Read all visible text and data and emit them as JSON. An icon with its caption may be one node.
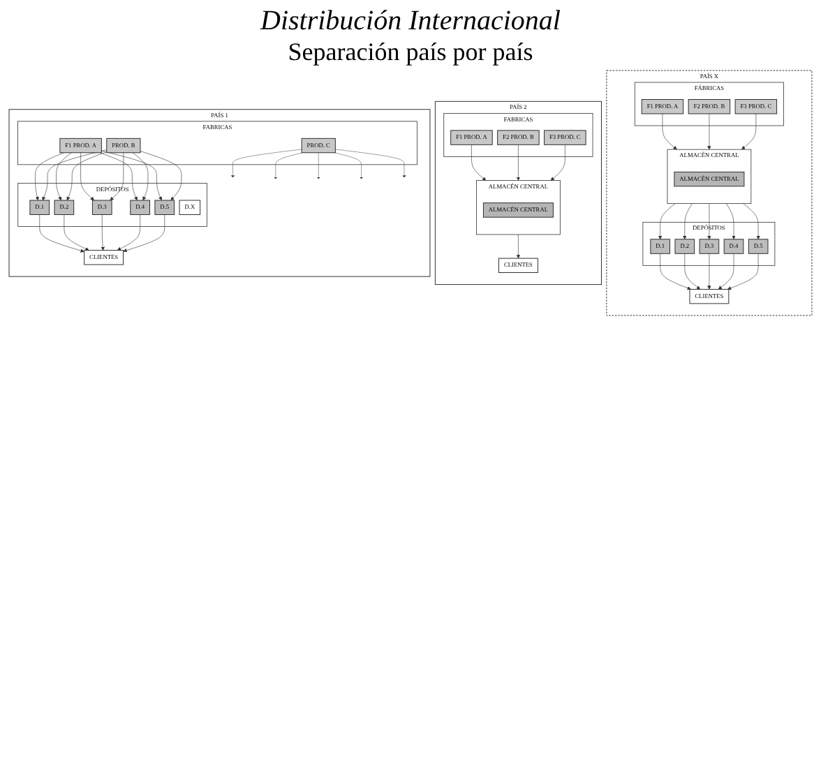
{
  "diagram": {
    "title": "Distribución Internacional",
    "nodes": [
      {
        "text": [
          "PAÍS 1"
        ]
      },
      {
        "text": [
          "FABRICAS"
        ],
        "in": 0
      },
      {
        "text": [
          "F1 PROD. A"
        ],
        "in": 1
      },
      {
        "text": [
          "PROD. B"
        ],
        "in": 1
      },
      {
        "text": [
          "PROD. C"
        ],
        "in": 1
      },
      {
        "text": [
          "DEPÓSITOS"
        ],
        "in": 0
      },
      {
        "text": [
          "D.1"
        ],
        "in": 5
      },
      {
        "text": [
          "D.2"
        ],
        "in": 5
      },
      {
        "text": [
          "D.3"
        ],
        "in": 5
      },
      {
        "text": [
          "D.4"
        ],
        "in": 5
      },
      {
        "text": [
          "D.5"
        ],
        "in": 5
      },
      {
        "text": [
          "D.X"
        ],
        "in": 5
      },
      {
        "text": [
          "CLIENTES"
        ],
        "in": 0
      },
      {
        "text": [
          "PAÍS 2"
        ]
      },
      {
        "text": [
          "FABRICAS"
        ],
        "in": 13
      },
      {
        "text": [
          "F1 PROD. A"
        ],
        "in": 14
      },
      {
        "text": [
          "F2 PROD. B"
        ],
        "in": 14
      },
      {
        "text": [
          "F3 PROD. C"
        ],
        "in": 14
      },
      {
        "text": [
          "ALMACÉN CENTRAL"
        ],
        "in": 13
      },
      {
        "text": [
          "ALMACÉN CENTRAL"
        ],
        "in": 18
      },
      {
        "text": [
          "CLIENTES"
        ],
        "in": 13
      },
      {
        "text": [
          "PAÍS X"
        ]
      },
      {
        "text": [
          "FÁBRICAS"
        ],
        "in": 21
      },
      {
        "text": [
          "F1 PROD. A"
        ],
        "in": 22
      },
      {
        "text": [
          "F2 PROD. B"
        ],
        "in": 22
      },
      {
        "text": [
          "F3 PROD. C"
        ],
        "in": 22
      },
      {
        "text": [
          "ALMACÉN CENTRAL"
        ],
        "in": 21
      },
      {
        "text": [
          "ALMACÉN CENTRAL"
        ],
        "in": 26
      },
      {
        "text": [
          "DEPÓSITOS"
        ],
        "in": 21
      },
      {
        "text": [
          "D.1"
        ],
        "in": 28
      },
      {
        "text": [
          "D.2"
        ],
        "in": 28
      },
      {
        "text": [
          "D.3"
        ],
        "in": 28
      },
      {
        "text": [
          "D.4"
        ],
        "in": 28
      },
      {
        "text": [
          "D.5"
        ],
        "in": 28
      },
      {
        "text": [
          "CLIENTES"
        ],
        "in": 21
      }
    ],
    "edges": [
      {
        "from": 2,
        "to": 6,
        "arrow": "to"
      },
      {
        "from": 2,
        "to": 7,
        "arrow": "to"
      },
      {
        "from": 2,
        "to": 8,
        "arrow": "to"
      },
      {
        "from": 2,
        "to": 9,
        "arrow": "to"
      },
      {
        "from": 2,
        "to": 10,
        "arrow": "to"
      },
      {
        "from": 3,
        "to": 6,
        "arrow": "to"
      },
      {
        "from": 3,
        "to": 7,
        "arrow": "to"
      },
      {
        "from": 3,
        "to": 8,
        "arrow": "to"
      },
      {
        "from": 3,
        "to": 9,
        "arrow": "to"
      },
      {
        "from": 3,
        "to": 10,
        "arrow": "to"
      },
      {
        "from": 4,
        "to": null,
        "arrow": "to"
      },
      {
        "from": 4,
        "to": null,
        "arrow": "to"
      },
      {
        "from": 4,
        "to": null,
        "arrow": "to"
      },
      {
        "from": 4,
        "to": null,
        "arrow": "to"
      },
      {
        "from": 4,
        "to": null,
        "arrow": "to"
      },
      {
        "from": 6,
        "to": 12,
        "arrow": "to"
      },
      {
        "from": 7,
        "to": 12,
        "arrow": "to"
      },
      {
        "from": 8,
        "to": 12,
        "arrow": "to"
      },
      {
        "from": 9,
        "to": 12,
        "arrow": "to"
      },
      {
        "from": 10,
        "to": 12,
        "arrow": "to"
      },
      {
        "from": 15,
        "to": 18,
        "arrow": "to"
      },
      {
        "from": 16,
        "to": 18,
        "arrow": "to"
      },
      {
        "from": 17,
        "to": 18,
        "arrow": "to"
      },
      {
        "from": 18,
        "to": 20,
        "arrow": "to"
      },
      {
        "from": 23,
        "to": 26,
        "arrow": "to"
      },
      {
        "from": 24,
        "to": 26,
        "arrow": "to"
      },
      {
        "from": 25,
        "to": 26,
        "arrow": "to"
      },
      {
        "from": 26,
        "to": 29,
        "arrow": "to"
      },
      {
        "from": 26,
        "to": 30,
        "arrow": "to"
      },
      {
        "from": 26,
        "to": 31,
        "arrow": "to"
      },
      {
        "from": 26,
        "to": 32,
        "arrow": "to"
      },
      {
        "from": 26,
        "to": 33,
        "arrow": "to"
      },
      {
        "from": 29,
        "to": 34,
        "arrow": "to"
      },
      {
        "from": 30,
        "to": 34,
        "arrow": "to"
      },
      {
        "from": 31,
        "to": 34,
        "arrow": "to"
      },
      {
        "from": 32,
        "to": 34,
        "arrow": "to"
      },
      {
        "from": 33,
        "to": 34,
        "arrow": "to"
      }
    ],
    "labels": [
      "Separación país por país"
    ]
  }
}
